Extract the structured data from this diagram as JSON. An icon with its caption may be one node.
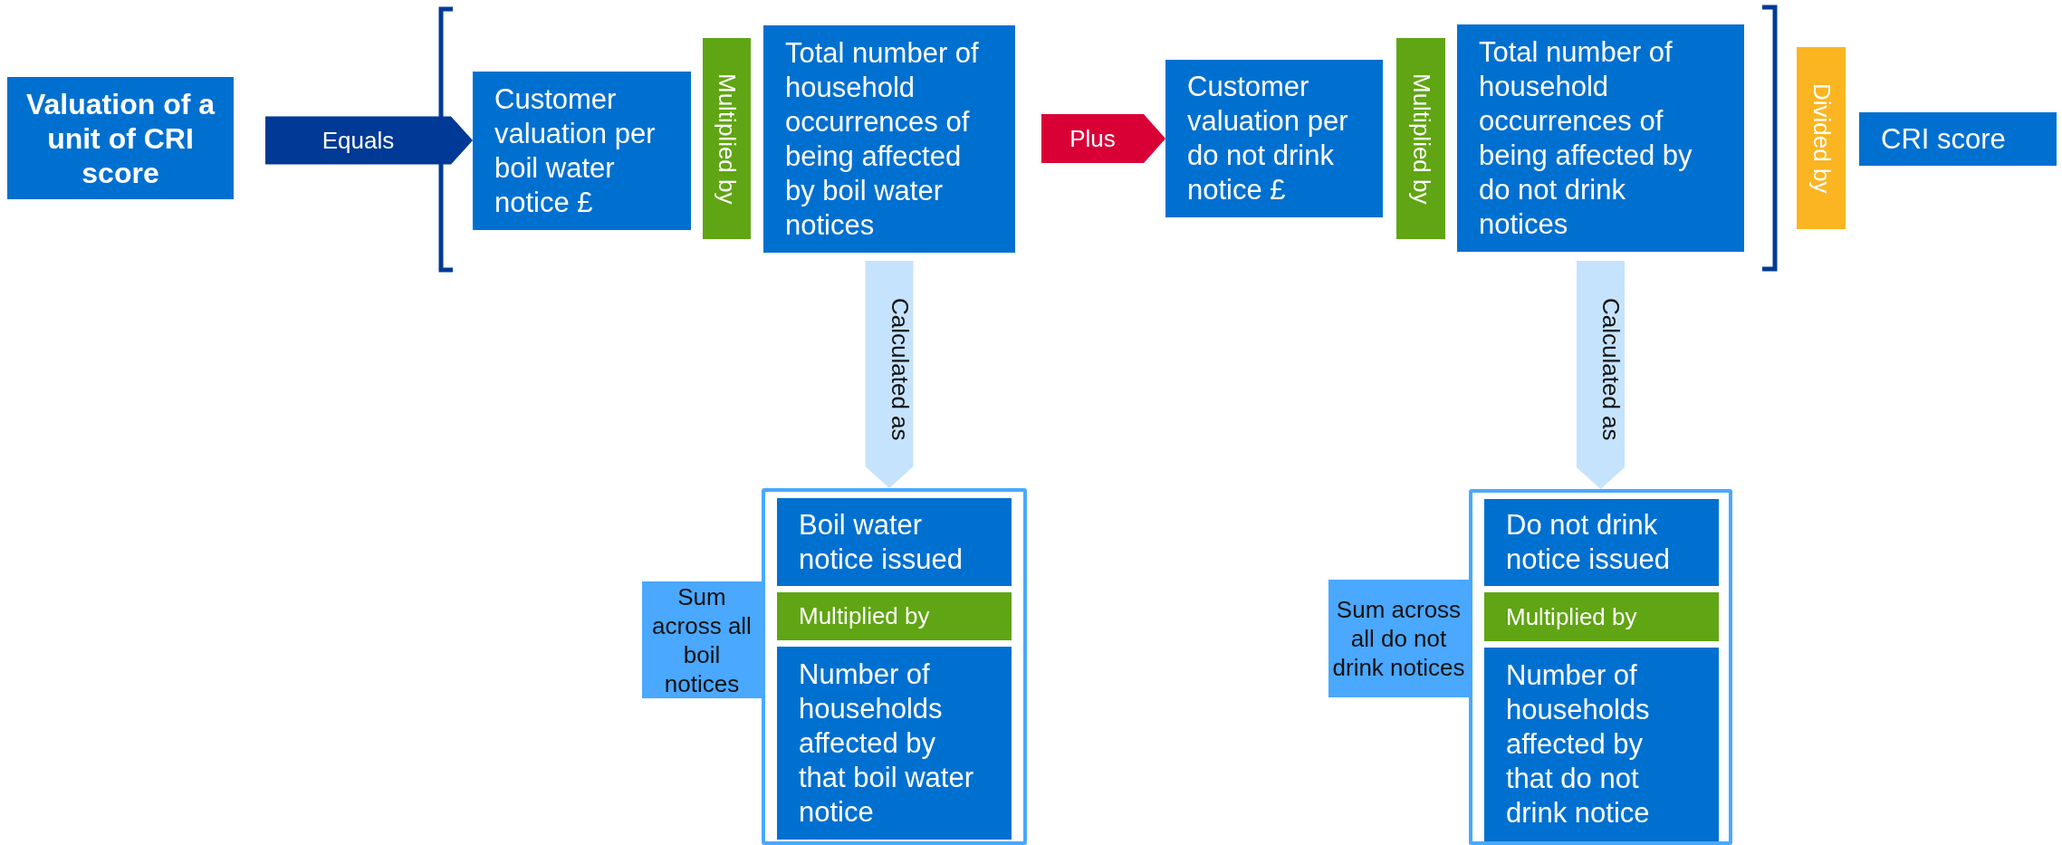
{
  "diagram": {
    "nodes": [
      {
        "text": [
          "Valuation of a unit of CRI score"
        ]
      },
      {
        "text": [
          "Customer valuation per boil water notice £"
        ]
      },
      {
        "text": [
          "Multiplied by"
        ]
      },
      {
        "text": [
          "Total number of household occurrences of being affected by boil water notices"
        ]
      },
      {
        "text": [
          "Customer valuation per do not drink notice £"
        ]
      },
      {
        "text": [
          "Multiplied by"
        ]
      },
      {
        "text": [
          "Total number of household occurrences of being affected by do not drink notices"
        ]
      },
      {
        "text": [
          "Divided by"
        ]
      },
      {
        "text": [
          "CRI score"
        ]
      },
      {
        "text": [],
        "shape": "box"
      },
      {
        "text": [
          "Boil water notice issued"
        ],
        "in": 9
      },
      {
        "text": [
          "Multiplied by"
        ],
        "in": 9
      },
      {
        "text": [
          "Number of households affected by that boil water notice"
        ],
        "in": 9
      },
      {
        "text": [
          "Sum across all boil notices"
        ]
      },
      {
        "text": [],
        "shape": "box"
      },
      {
        "text": [
          "Do not drink notice issued"
        ],
        "in": 14
      },
      {
        "text": [
          "Multiplied by"
        ],
        "in": 14
      },
      {
        "text": [
          "Number of households affected by that do not drink notice"
        ],
        "in": 14
      },
      {
        "text": [
          "Sum across all do not drink notices"
        ]
      }
    ],
    "edges": [
      {
        "from": 0,
        "to": 1,
        "arrow": "to",
        "label": "Equals",
        "color": "#003a96"
      },
      {
        "from": 3,
        "to": 4,
        "arrow": "to",
        "label": "Plus",
        "color": "#d90036"
      },
      {
        "from": 3,
        "to": 9,
        "arrow": "to",
        "label": "Calculated as"
      },
      {
        "from": 6,
        "to": 14,
        "arrow": "to",
        "label": "Calculated as"
      }
    ]
  }
}
